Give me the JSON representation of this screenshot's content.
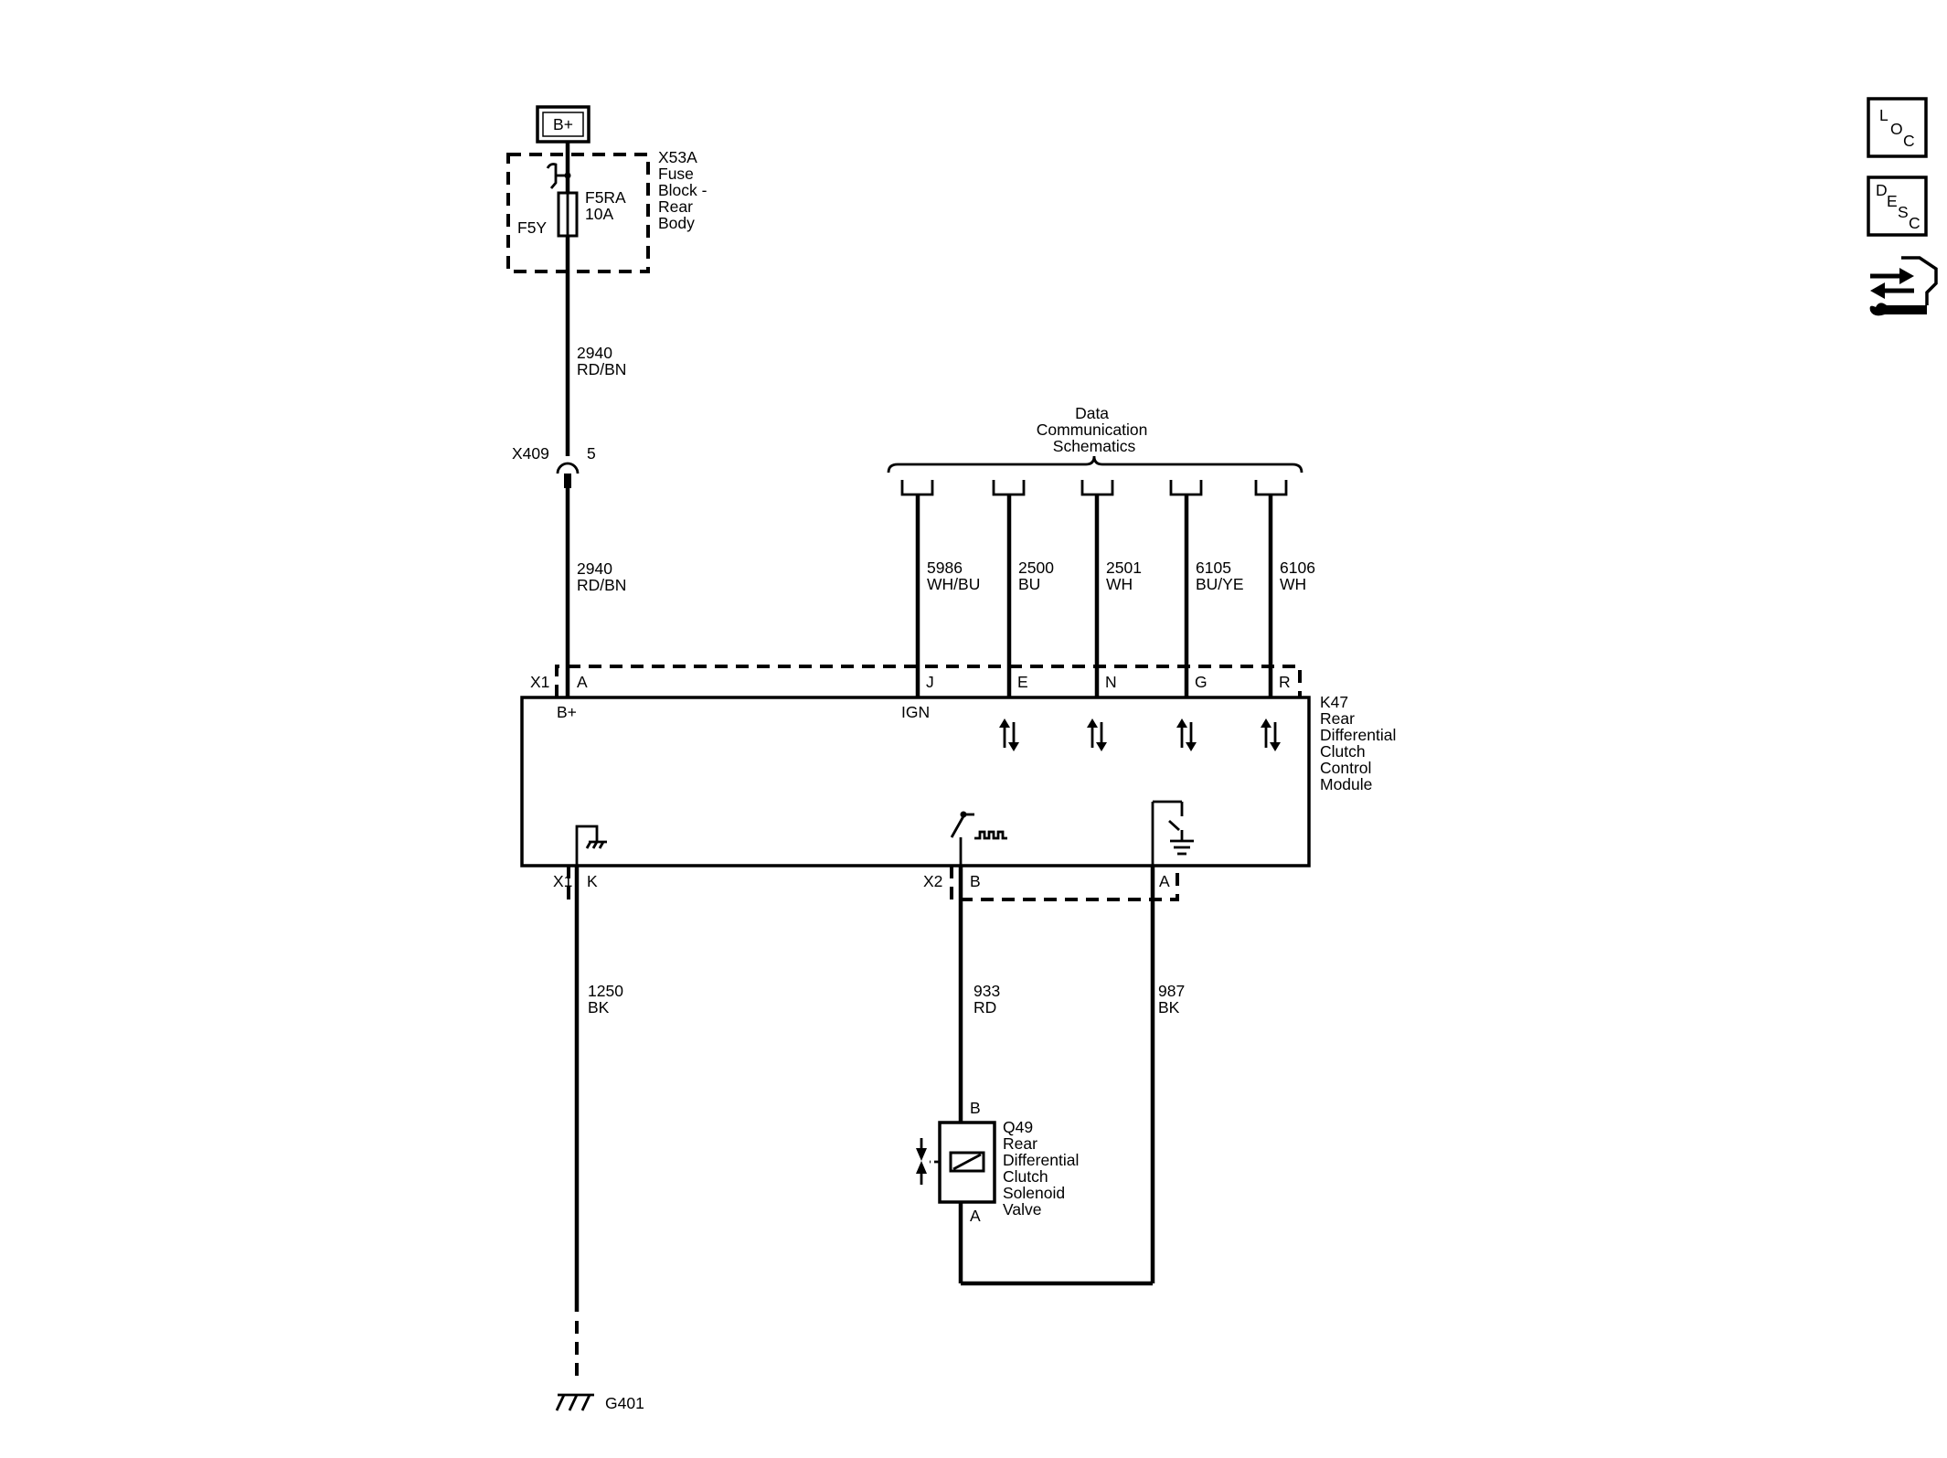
{
  "power": {
    "label": "B+"
  },
  "fuse_block": {
    "name_lines": [
      "X53A",
      "Fuse",
      "Block -",
      "Rear",
      "Body"
    ],
    "fuse_id": "F5RA",
    "fuse_rating": "10A",
    "feed_label": "F5Y"
  },
  "wire_2940_upper": {
    "circuit": "2940",
    "color": "RD/BN"
  },
  "inline_connector": {
    "name": "X409",
    "pin": "5"
  },
  "wire_2940_lower": {
    "circuit": "2940",
    "color": "RD/BN"
  },
  "data_comm": {
    "title_lines": [
      "Data",
      "Communication",
      "Schematics"
    ]
  },
  "top_wires": [
    {
      "circuit": "5986",
      "color": "WH/BU",
      "pin": "J"
    },
    {
      "circuit": "2500",
      "color": "BU",
      "pin": "E"
    },
    {
      "circuit": "2501",
      "color": "WH",
      "pin": "N"
    },
    {
      "circuit": "6105",
      "color": "BU/YE",
      "pin": "G"
    },
    {
      "circuit": "6106",
      "color": "WH",
      "pin": "R"
    }
  ],
  "module": {
    "name_lines": [
      "K47",
      "Rear",
      "Differential",
      "Clutch",
      "Control",
      "Module"
    ],
    "connector_x1": "X1",
    "pin_a": "A",
    "pin_a_function": "B+",
    "pin_j_function": "IGN",
    "bottom_connector_x1": "X1",
    "pin_k": "K",
    "connector_x2": "X2",
    "pin_b": "B",
    "pin_a2": "A"
  },
  "wire_1250": {
    "circuit": "1250",
    "color": "BK"
  },
  "wire_933": {
    "circuit": "933",
    "color": "RD"
  },
  "wire_987": {
    "circuit": "987",
    "color": "BK"
  },
  "solenoid": {
    "pin_b": "B",
    "pin_a": "A",
    "name_lines": [
      "Q49",
      "Rear",
      "Differential",
      "Clutch",
      "Solenoid",
      "Valve"
    ]
  },
  "ground": {
    "name": "G401"
  },
  "nav": {
    "loc_letters": [
      "L",
      "O",
      "C"
    ],
    "desc_letters": [
      "D",
      "E",
      "S",
      "C"
    ],
    "icons": [
      "location-view-icon",
      "description-view-icon",
      "connector-repair-icon"
    ]
  }
}
